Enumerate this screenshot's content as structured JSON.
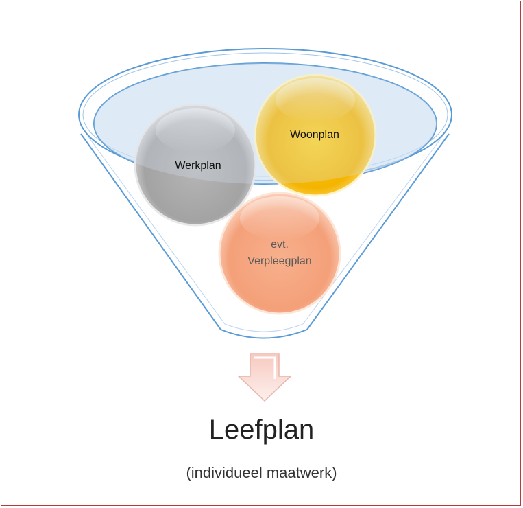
{
  "funnel": {
    "items": [
      {
        "label": "Werkplan",
        "color": "#a8a8a8"
      },
      {
        "label": "Woonplan",
        "color": "#f4b800"
      },
      {
        "label": "evt.",
        "label_line2": "Verpleegplan",
        "color": "#f5a57e"
      }
    ],
    "outline_color": "#5b9bd5"
  },
  "result": {
    "title": "Leefplan",
    "subtitle": "(individueel maatwerk)"
  }
}
